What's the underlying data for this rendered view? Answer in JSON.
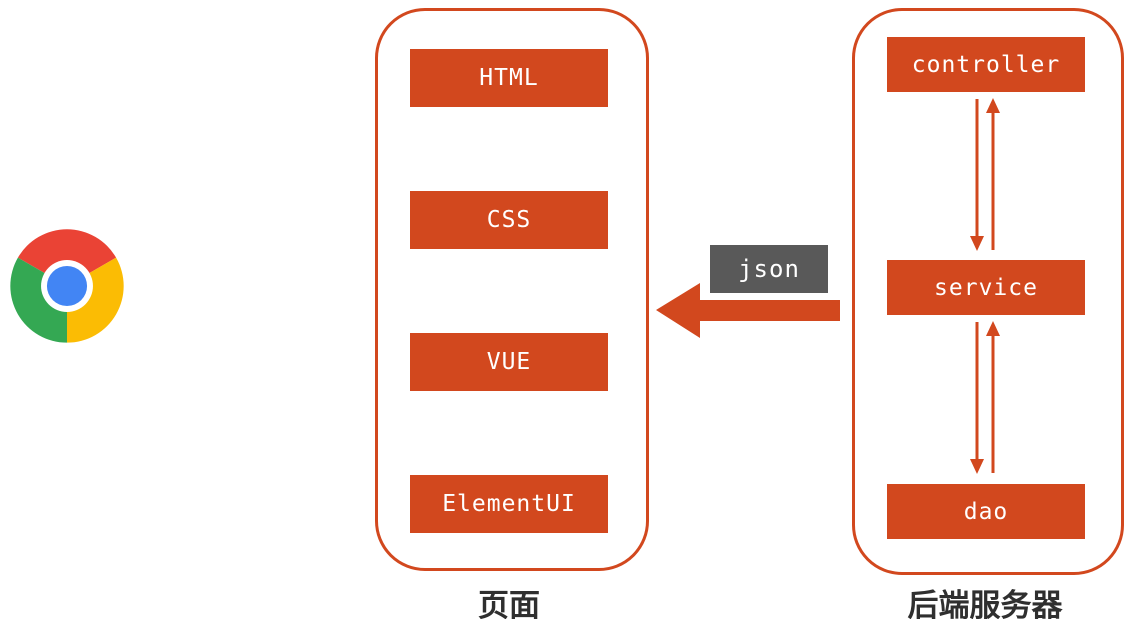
{
  "frontend": {
    "label": "页面",
    "items": [
      "HTML",
      "CSS",
      "VUE",
      "ElementUI"
    ]
  },
  "backend": {
    "label": "后端服务器",
    "items": [
      "controller",
      "service",
      "dao"
    ]
  },
  "transfer": {
    "label": "json"
  },
  "icons": {
    "browser": "chrome-logo",
    "data_flow": "left-arrow",
    "calls": "bidirectional-vertical-arrows"
  },
  "colors": {
    "accent": "#D2481E",
    "json_bg": "#595959",
    "box_text": "#FFFFFF",
    "label_text": "#2F2F2F",
    "chrome_red": "#EA4335",
    "chrome_green": "#34A853",
    "chrome_yellow": "#FBBC04",
    "chrome_blue": "#4285F4"
  }
}
